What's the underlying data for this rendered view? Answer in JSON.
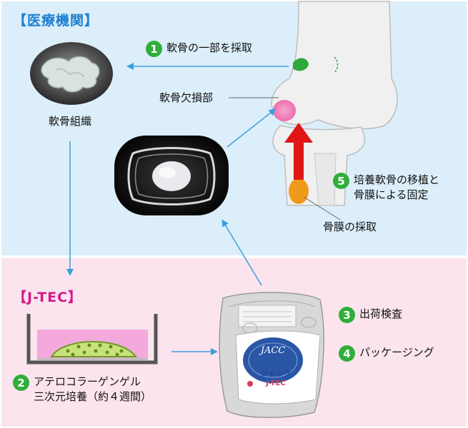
{
  "colors": {
    "hospital_bg": "#dceefa",
    "jtec_bg": "#fbe4ee",
    "hospital_title": "#1e7fd1",
    "jtec_title": "#d4198c",
    "step_badge": "#2fae3a",
    "arrow_blue": "#3aa0dc",
    "arrow_red": "#e01616"
  },
  "hospital": {
    "title": "【医療機関】",
    "cartilage_tissue": "軟骨組織",
    "defect_label": "軟骨欠損部",
    "periosteum_label": "骨膜の採取"
  },
  "jtec": {
    "title": "【J-TEC】"
  },
  "package": {
    "brand": "JACC",
    "brand_kana": "ジャック",
    "maker": "J-TEC"
  },
  "steps": [
    {
      "num": "1",
      "lines": [
        "軟骨の一部を採取"
      ]
    },
    {
      "num": "2",
      "lines": [
        "アテロコラーゲンゲル",
        "三次元培養（約４週間）"
      ]
    },
    {
      "num": "3",
      "lines": [
        "出荷検査"
      ]
    },
    {
      "num": "4",
      "lines": [
        "パッケージング"
      ]
    },
    {
      "num": "5",
      "lines": [
        "培養軟骨の移植と",
        "骨膜による固定"
      ]
    }
  ]
}
